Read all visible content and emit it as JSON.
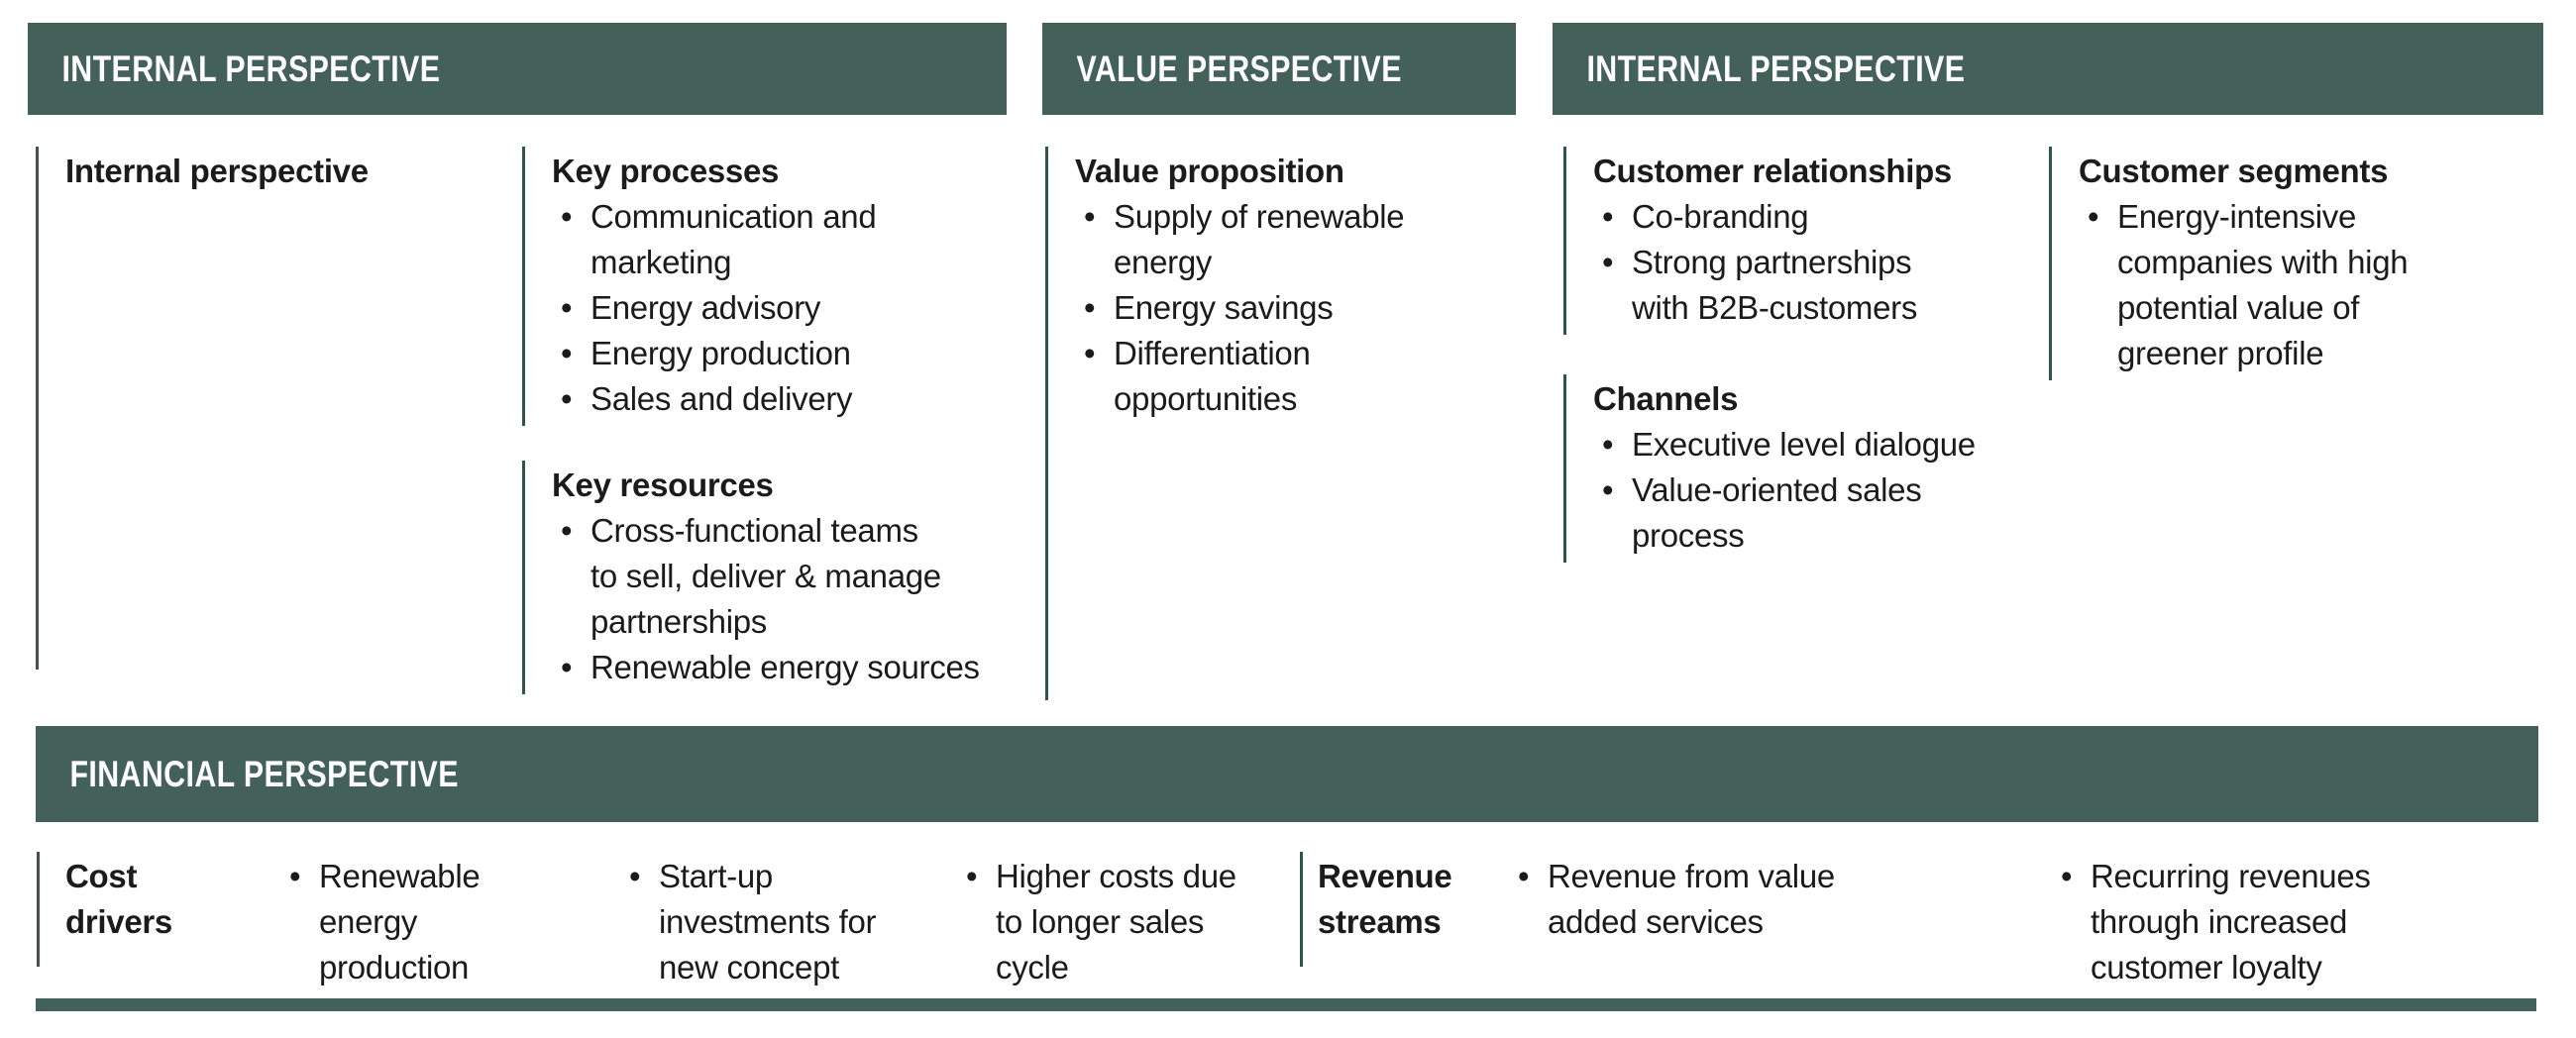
{
  "colors": {
    "header_bg": "#436059",
    "header_text": "#ffffff",
    "rule": "#2d544e",
    "text": "#1b1b1b"
  },
  "headers": {
    "internal_left": "INTERNAL PERSPECTIVE",
    "value": "VALUE PERSPECTIVE",
    "internal_right": "INTERNAL PERSPECTIVE",
    "financial": "FINANCIAL PERSPECTIVE"
  },
  "top": {
    "internal": {
      "title": "Internal perspective"
    },
    "key_processes": {
      "title": "Key processes",
      "items": [
        "Communication and\nmarketing",
        "Energy advisory",
        "Energy production",
        "Sales and delivery"
      ]
    },
    "key_resources": {
      "title": "Key resources",
      "items": [
        "Cross-functional teams\nto sell, deliver & manage\npartnerships",
        "Renewable energy sources"
      ]
    },
    "value_proposition": {
      "title": "Value proposition",
      "items": [
        "Supply of renewable\nenergy",
        "Energy savings",
        "Differentiation\nopportunities"
      ]
    },
    "customer_relationships": {
      "title": "Customer relationships",
      "items": [
        "Co-branding",
        "Strong partnerships\nwith B2B-customers"
      ]
    },
    "channels": {
      "title": "Channels",
      "items": [
        "Executive level dialogue",
        "Value-oriented sales\nprocess"
      ]
    },
    "customer_segments": {
      "title": "Customer segments",
      "items": [
        "Energy-intensive\ncompanies with high\npotential value of\ngreener profile"
      ]
    }
  },
  "financial": {
    "cost_drivers": {
      "title": "Cost\ndrivers",
      "items": [
        "Renewable\nenergy\nproduction",
        "Start-up\ninvestments for\nnew concept",
        "Higher costs due\nto longer sales\ncycle"
      ]
    },
    "revenue_streams": {
      "title": "Revenue\nstreams",
      "items": [
        "Revenue from value\nadded services",
        "Recurring revenues\nthrough increased\ncustomer loyalty"
      ]
    }
  }
}
